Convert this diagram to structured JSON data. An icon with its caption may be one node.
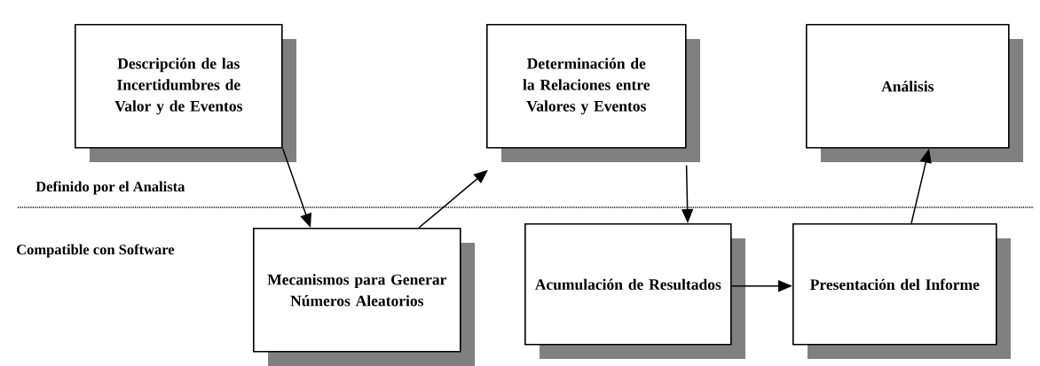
{
  "diagram": {
    "nodes": [
      {
        "text": [
          "Descripción de las Incertidumbres de Valor y de Eventos"
        ]
      },
      {
        "text": [
          "Determinación de la Relaciones entre Valores y Eventos"
        ]
      },
      {
        "text": [
          "Análisis"
        ]
      },
      {
        "text": [
          "Mecanismos para Generar Números Aleatorios"
        ]
      },
      {
        "text": [
          "Acumulación de Resultados"
        ]
      },
      {
        "text": [
          "Presentación del Informe"
        ]
      }
    ],
    "edges": [
      {
        "from": 0,
        "to": 3,
        "arrow": "to"
      },
      {
        "from": 3,
        "to": 1,
        "arrow": "to"
      },
      {
        "from": 1,
        "to": 4,
        "arrow": "to"
      },
      {
        "from": 4,
        "to": 5,
        "arrow": "to"
      },
      {
        "from": 5,
        "to": 2,
        "arrow": "to"
      }
    ],
    "labels": [
      "Definido por el Analista",
      "Compatible con Software"
    ]
  }
}
